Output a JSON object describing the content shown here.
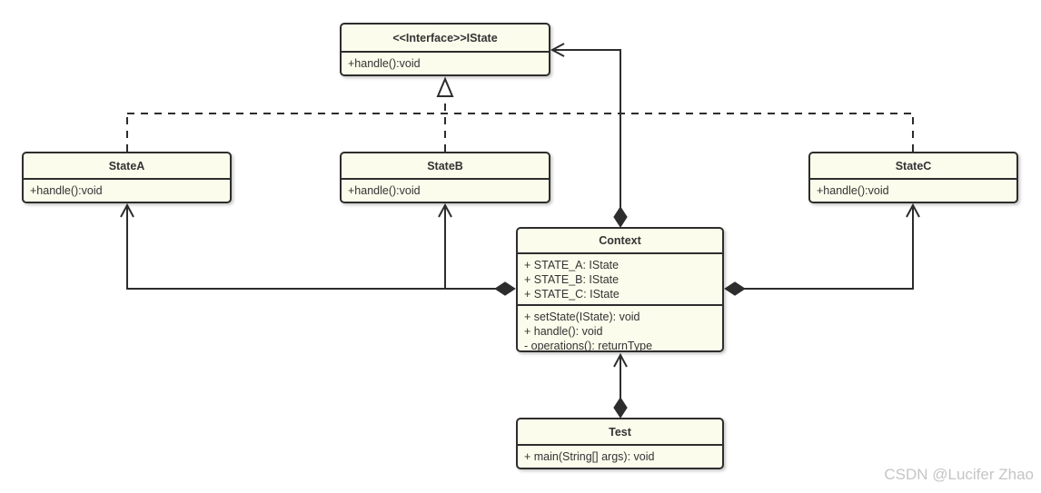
{
  "classes": {
    "istate": {
      "title": "<<Interface>>IState",
      "members": [
        "+handle():void"
      ]
    },
    "stateA": {
      "title": "StateA",
      "members": [
        "+handle():void"
      ]
    },
    "stateB": {
      "title": "StateB",
      "members": [
        "+handle():void"
      ]
    },
    "stateC": {
      "title": "StateC",
      "members": [
        "+handle():void"
      ]
    },
    "context": {
      "title": "Context",
      "attributes": [
        "+ STATE_A: IState",
        "+ STATE_B: IState",
        "+ STATE_C: IState"
      ],
      "methods": [
        "+ setState(IState): void",
        "+ handle(): void",
        "- operations(): returnType"
      ]
    },
    "test": {
      "title": "Test",
      "members": [
        "+ main(String[] args): void"
      ]
    }
  },
  "relationships": [
    {
      "from": "StateA",
      "to": "IState",
      "type": "realization",
      "line": "dashed",
      "head": "hollow-triangle"
    },
    {
      "from": "StateB",
      "to": "IState",
      "type": "realization",
      "line": "dashed",
      "head": "hollow-triangle"
    },
    {
      "from": "StateC",
      "to": "IState",
      "type": "realization",
      "line": "dashed",
      "head": "hollow-triangle"
    },
    {
      "from": "Context",
      "to": "IState",
      "type": "composition",
      "line": "solid",
      "tail": "filled-diamond-at-Context",
      "head": "open-arrow-at-IState"
    },
    {
      "from": "Context",
      "to": "StateA",
      "type": "composition",
      "line": "solid",
      "tail": "filled-diamond-at-Context",
      "head": "open-arrow-at-StateA"
    },
    {
      "from": "Context",
      "to": "StateB",
      "type": "composition",
      "line": "solid",
      "tail": "filled-diamond-at-Context",
      "head": "open-arrow-at-StateB"
    },
    {
      "from": "Context",
      "to": "StateC",
      "type": "composition",
      "line": "solid",
      "tail": "filled-diamond-at-Context",
      "head": "open-arrow-at-StateC"
    },
    {
      "from": "Test",
      "to": "Context",
      "type": "composition",
      "line": "solid",
      "tail": "filled-diamond-at-Test",
      "head": "open-arrow-at-Context"
    }
  ],
  "watermark": {
    "text": "CSDN @Lucifer Zhao",
    "color": "#c5c5c5"
  },
  "colors": {
    "box_fill": "#fcfcec",
    "box_border": "#2d2d2d",
    "edge": "#2d2d2d",
    "text": "#333333",
    "background": "#ffffff"
  }
}
